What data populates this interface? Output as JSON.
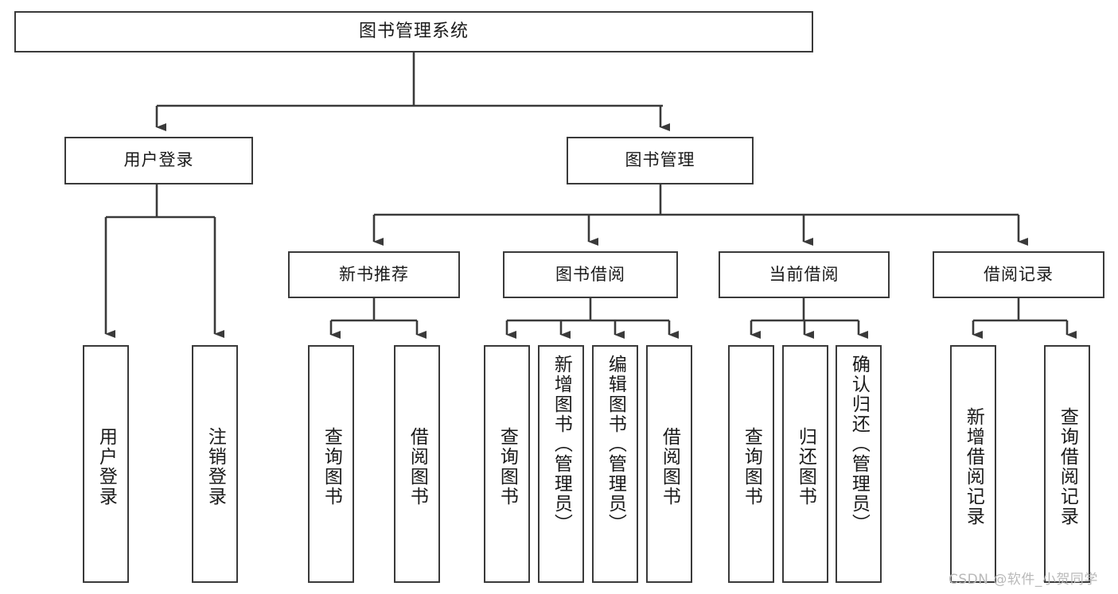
{
  "diagram": {
    "title": "图书管理系统",
    "type": "hierarchy-tree",
    "root": {
      "id": "root",
      "label": "图书管理系统"
    },
    "level2": [
      {
        "id": "user-login",
        "label": "用户登录"
      },
      {
        "id": "book-manage",
        "label": "图书管理"
      }
    ],
    "level3": [
      {
        "id": "new-book-rec",
        "label": "新书推荐"
      },
      {
        "id": "book-borrow",
        "label": "图书借阅"
      },
      {
        "id": "current-borrow",
        "label": "当前借阅"
      },
      {
        "id": "borrow-record",
        "label": "借阅记录"
      }
    ],
    "leaves": {
      "user_login": [
        {
          "id": "leaf-user-login",
          "label": "用户登录"
        },
        {
          "id": "leaf-logout",
          "label": "注销登录"
        }
      ],
      "new_book_rec": [
        {
          "id": "leaf-query-book-1",
          "label": "查询图书"
        },
        {
          "id": "leaf-borrow-book-1",
          "label": "借阅图书"
        }
      ],
      "book_borrow": [
        {
          "id": "leaf-query-book-2",
          "label": "查询图书"
        },
        {
          "id": "leaf-add-book",
          "label": "新增图书（管理员）"
        },
        {
          "id": "leaf-edit-book",
          "label": "编辑图书（管理员）"
        },
        {
          "id": "leaf-borrow-book-2",
          "label": "借阅图书"
        }
      ],
      "current_borrow": [
        {
          "id": "leaf-query-book-3",
          "label": "查询图书"
        },
        {
          "id": "leaf-return-book",
          "label": "归还图书"
        },
        {
          "id": "leaf-confirm-return",
          "label": "确认归还（管理员）"
        }
      ],
      "borrow_record": [
        {
          "id": "leaf-add-record",
          "label": "新增借阅记录"
        },
        {
          "id": "leaf-query-record",
          "label": "查询借阅记录"
        }
      ]
    }
  },
  "watermark": {
    "text": "CSDN @软件_小贺同学"
  },
  "colors": {
    "stroke": "#3a3a3a",
    "background": "#ffffff",
    "text": "#1a1a1a",
    "watermark": "#b9b9b9"
  }
}
